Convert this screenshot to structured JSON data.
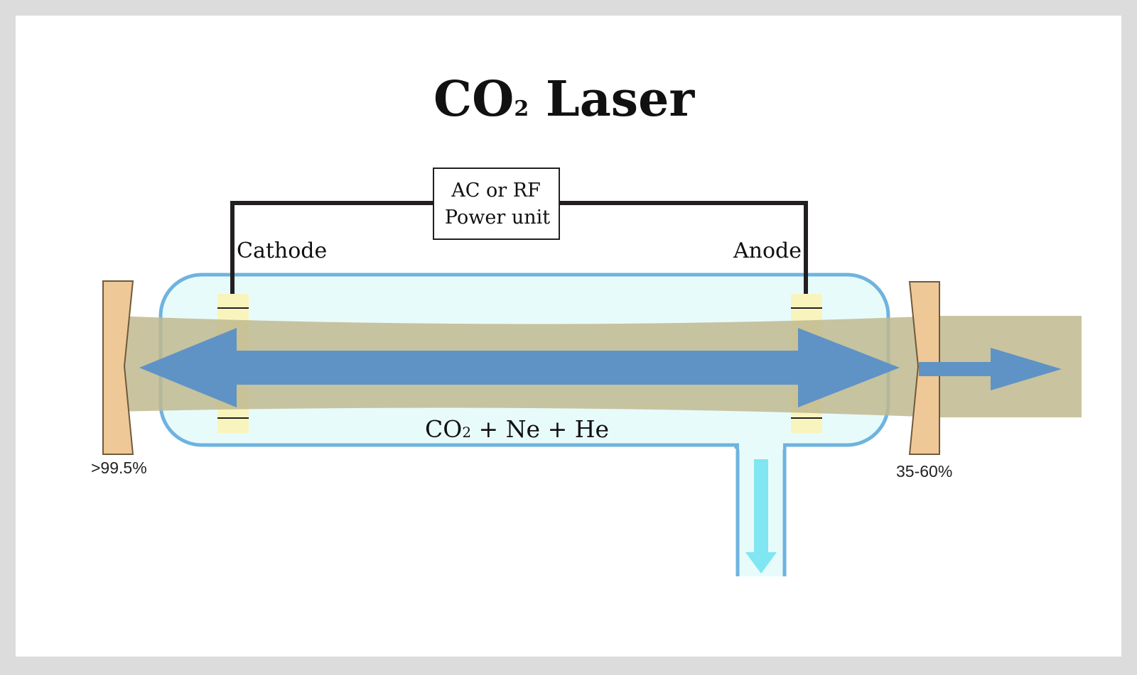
{
  "diagram": {
    "title_main": "CO",
    "title_sub": "2",
    "title_rest": " Laser",
    "power_unit_line1": "AC  or  RF",
    "power_unit_line2": "Power  unit",
    "cathode_label": "Cathode",
    "anode_label": "Anode",
    "gas_main": "CO",
    "gas_sub": "2",
    "gas_rest": " + Ne + He",
    "left_mirror_reflectivity": ">99.5%",
    "right_mirror_reflectivity": "35-60%"
  },
  "colors": {
    "frame": "#dcdcdc",
    "background": "#ffffff",
    "tube_fill": "#e8fbfb",
    "tube_stroke": "#6fb3df",
    "beam": "#bfb98f",
    "arrow": "#5f93c5",
    "mirror": "#efc897",
    "electrode": "#fbf3b7",
    "wire": "#231f20",
    "outflow_arrow": "#7fe6f2"
  }
}
